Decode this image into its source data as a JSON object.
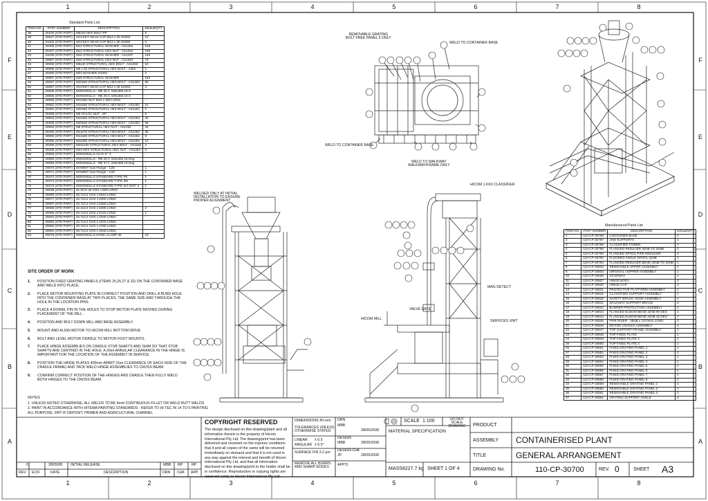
{
  "grid": {
    "cols": [
      "1",
      "2",
      "3",
      "4",
      "5",
      "6",
      "7",
      "8"
    ],
    "rows": [
      "F",
      "E",
      "D",
      "C",
      "B",
      "A"
    ]
  },
  "std_parts": {
    "title": "Standard Parts List",
    "headers": [
      "ITEM NO.",
      "PART NUMBER",
      "DESCRIPTION",
      "Default/QTY"
    ],
    "rows": [
      [
        "38",
        "30100 (STD PART)",
        "M6x20 HEX BOLT PP",
        "6"
      ],
      [
        "39",
        "30647 (STD PART)",
        "SOCKET HEAD CAP M12 x 20 SS304",
        "12"
      ],
      [
        "40",
        "31003 (STD PART)",
        "SOCKET HEAD CAP M12 x 30 SS304",
        "4"
      ],
      [
        "41",
        "30405 (STD PART)",
        "M12 STRUCTURAL WASHER - AS1252",
        "218"
      ],
      [
        "42",
        "30407 (STD PART)",
        "M12 STRUCTURAL HEX NUT - AS1252",
        "168"
      ],
      [
        "43",
        "31038 (STD PART)",
        "M16 STRUCTURAL WASHER - AS1237",
        "146"
      ],
      [
        "44",
        "30697 (STD PART)",
        "M16 STRUCTURAL HEX NUT - AS1252",
        "73"
      ],
      [
        "45",
        "30656 (STD PART)",
        "M6x40 STRUCTURAL HEX BOLT - AS1252",
        "16"
      ],
      [
        "46",
        "30996 (STD PART)",
        "M8 x 50 STRUCTURAL HEX BOLT - 1252",
        "1"
      ],
      [
        "47",
        "30395 (STD PART)",
        "M24 WASHER SS304",
        "2"
      ],
      [
        "48",
        "30897 (STD PART)",
        "M20 STRUCTURAL WASHER",
        "154"
      ],
      [
        "49",
        "30697 (STD PART)",
        "M20x60 STRUCTURAL HEX BOLT - AS1252",
        "56"
      ],
      [
        "50",
        "30657 (STD PART)",
        "SOCKET HEAD CAP M12 x 25 SS304",
        "4"
      ],
      [
        "51",
        "30695 (STD PART)",
        "MONOWILLS - RB 30 C 160x360 18 S",
        "-"
      ],
      [
        "52",
        "30955 (STD PART)",
        "MONOWILLS - RB 25 C 160x360 18 S",
        "-"
      ],
      [
        "53",
        "30658 (STD PART)",
        "ROUND NUT M22 x 260 LONG",
        "-"
      ],
      [
        "54",
        "30662 (STD PART)",
        "M16x50 STRUCTURAL HEX BOLT - AS1252",
        "21"
      ],
      [
        "55",
        "30391 (STD PART)",
        "M20x80 STRUCTURAL HEX BOLT - AS1252",
        "2"
      ],
      [
        "56",
        "30399 (STD PART)",
        "M6 NYLOC NUT - ZP",
        "5"
      ],
      [
        "57",
        "30663 (STD PART)",
        "M16x65 STRUCTURAL HEX BOLT - AS1252",
        "32"
      ],
      [
        "58",
        "30398 (STD PART)",
        "M20x65 STRUCTURAL HEX BOLT - AS1252",
        "66"
      ],
      [
        "59",
        "30994 (STD PART)",
        "M8 STRUCTURAL HEX NUT - AS1252",
        "44"
      ],
      [
        "60",
        "30406 (STD PART)",
        "M12x70 STRUCTURAL HEX BOLT - AS1252",
        "36"
      ],
      [
        "61",
        "30993 (STD PART)",
        "M12x80 STRUCTURAL HEX BOLT - AS1252",
        "8"
      ],
      [
        "62",
        "30396 (STD PART)",
        "M16x80 STRUCTURAL HEX BOLT - AS1252",
        "12"
      ],
      [
        "63",
        "30398 (STD PART)",
        "M20x100 STRUCTURAL HEX BOLT - AS1252",
        "2"
      ],
      [
        "64",
        "30408 (STD PART)",
        "M24 HEX STRUCTURAL HEX NUT - AS1252",
        "4"
      ],
      [
        "65",
        "30958 (STD PART)",
        "MONOWILLS AS 5/ 8 \" 2",
        "-"
      ],
      [
        "66",
        "30956 (STD PART)",
        "MONOWILLS - RB 25 C 160x360 18 Deg",
        "-"
      ],
      [
        "67",
        "30959 (STD PART)",
        "MONOWILLS - RB 37 C 160x360 18 Deg",
        "-"
      ],
      [
        "68",
        "30070 (STD PART)",
        "DOWNIT Gas Flange - C25",
        "1"
      ],
      [
        "69",
        "30071 (STD PART)",
        "DOWNIT Gas Flange - C32",
        "1"
      ],
      [
        "70",
        "30372 (STD PART)",
        "MONOWILLS STANDARD TYPE P6",
        "1"
      ],
      [
        "71",
        "30373 (STD PART)",
        "MONOWILLS STANDARD TYPE 3/6",
        "1"
      ],
      [
        "72",
        "30374 (STD PART)",
        "MONOWILLS STANDARD TYPE 3/4 X3/4\" 2",
        "1"
      ],
      [
        "73",
        "30038 (STD PART)",
        "42 SCH 40 CNS x 809 LONG",
        "-"
      ],
      [
        "74",
        "30080 (STD PART)",
        "33.7x3.2 CHS x 5010 LONG",
        "-"
      ],
      [
        "75",
        "30077 (STD PART)",
        "33.7x3.2 CHS x 5300 LONG",
        "-"
      ],
      [
        "76",
        "30087 (STD PART)",
        "33.7x3.2 CHS x 5300 LONG",
        "-"
      ],
      [
        "77",
        "30086 (STD PART)",
        "42.4x3.2 CHS x 5405 LONG",
        "2"
      ],
      [
        "78",
        "30085 (STD PART)",
        "33.7x3.2 CHS x 5115 LONG",
        "1"
      ],
      [
        "79",
        "30084 (STD PART)",
        "33.7x3.2 CHS x 2040 LONG",
        "-"
      ],
      [
        "80",
        "30083 (STD PART)",
        "33.7x3.2 CHS x 2370 LONG",
        "-"
      ],
      [
        "81",
        "30082 (STD PART)",
        "33.7x3.2 CHS x 2780 LONG",
        "-"
      ],
      [
        "82",
        "30081 (STD PART)",
        "33.7x3.2 CHS x 3040 LONG",
        "-"
      ],
      [
        "83",
        "30078 (STD PART)",
        "MONOWILLS HOSE CLAMP 30",
        "10"
      ]
    ]
  },
  "mfg_parts": {
    "title": "Manufactured Parts List",
    "headers": [
      "ITEM NO.",
      "PART NUMBER",
      "DESCRIPTION",
      "Default/QTY"
    ],
    "rows": [
      [
        "1",
        "110-CP-30786",
        "CONTAINER BASE",
        "1"
      ],
      [
        "2",
        "110-CP-30787",
        "JAW SUPPORTS",
        "1"
      ],
      [
        "3",
        "110-CP-30788",
        "CLASSIFIER TOWER",
        "1"
      ],
      [
        "4",
        "110-CP-30789",
        "FLANGED REDUCER 32NB TO 25NB",
        "1"
      ],
      [
        "5",
        "110-CP-30790",
        "FLANGED SPOOL PIPE REDUCER",
        "1"
      ],
      [
        "6",
        "110-CP-30792",
        "FLOORED ANGLE SPOOL 32NB",
        "1"
      ],
      [
        "7",
        "110-CP-30794",
        "FLANGED REDUCER BEND 32NB TO 25NB",
        "1"
      ],
      [
        "8",
        "110-CP-30803",
        "REMOVABLE UPPER ASSEMBLY",
        "1"
      ],
      [
        "9",
        "110-CP-30804",
        "ORIGINAL HOPPER ASSEMBLY",
        "1"
      ],
      [
        "10",
        "110-CP-30805",
        "STAIRWAY",
        "1"
      ],
      [
        "11",
        "110-CP-30807",
        "HINGE BODY",
        "2"
      ],
      [
        "12",
        "110-CP-30830",
        "HINGE CAP",
        "2"
      ],
      [
        "13",
        "110-CP-30831",
        "PROTECTIVE PLATFORM ASSEMBLY",
        "1"
      ],
      [
        "14",
        "110-CP-30832",
        "CLASSIFIER SUPPORT ASSEMBLY",
        "1"
      ],
      [
        "15",
        "110-CP-30833",
        "SAFETY BRACE HOOK ASSEMBLY",
        "1"
      ],
      [
        "16",
        "110-CP-30841",
        "WALKWAY SUPPORT BRACE",
        "4"
      ],
      [
        "17",
        "110-CP-30842",
        "BUMPER PROTECTION ASSEMBLY",
        "1"
      ],
      [
        "18",
        "110-CP-30843",
        "FLANGED ELBOW BEND 32NB 90 DEG",
        "1"
      ],
      [
        "19",
        "110-CP-30844",
        "FLANGED ELBOW BEND 32NB 45 DEG",
        "1"
      ],
      [
        "20",
        "110-CP-30845",
        "PIPE RISER - 25NB x 1270mm LONG",
        "2"
      ],
      [
        "21",
        "110-CP-30846",
        "MOTOR CRADLE ASSEMBLY",
        "1"
      ],
      [
        "22",
        "110-CP-30847",
        "TOP SUPPORT FRAME ASSEMBLY",
        "1"
      ],
      [
        "23",
        "110-CP-30848",
        "TOP FIXED PLATE",
        "1"
      ],
      [
        "24",
        "110-CP-30849",
        "TOP FIXED PLATE 2",
        "1"
      ],
      [
        "25",
        "110-CP-30850",
        "TOP FIXED PLATE 3",
        "1"
      ],
      [
        "26",
        "110-CP-30851",
        "FIXED GRATING PANEL 1",
        "1"
      ],
      [
        "27",
        "110-CP-30852",
        "FIXED GRATING PANEL 2",
        "1"
      ],
      [
        "28",
        "110-CP-30853",
        "FIXED GRATING PANEL 3",
        "1"
      ],
      [
        "29",
        "110-CP-30854",
        "FIXED GRATING PANEL 4",
        "1"
      ],
      [
        "30",
        "110-CP-30855",
        "FIXED GRATING PANEL 5",
        "1"
      ],
      [
        "31",
        "110-CP-30856",
        "FIXED GRATING PANEL 6",
        "1"
      ],
      [
        "32",
        "110-CP-30857",
        "FIXED GRATING PANEL 7",
        "1"
      ],
      [
        "33",
        "110-CP-30858",
        "FIXED GRATING PANEL 8",
        "1"
      ],
      [
        "34",
        "110-CP-30859",
        "REMOVABLE GRATING PANEL 1",
        "1"
      ],
      [
        "35",
        "110-CP-30860",
        "REMOVABLE GRATING PANEL 2",
        "1"
      ],
      [
        "36",
        "110-CP-30861",
        "REMOVABLE GRATING PANEL 3",
        "1"
      ],
      [
        "37",
        "110-CP-30862",
        "GRATING SUPPORT ANGLE",
        "2"
      ]
    ]
  },
  "site_order": {
    "title": "SITE ORDER OF WORK",
    "items": [
      {
        "n": "1.",
        "text": "POSITION FIXED GRATING PANELS (ITEMS 25,26,27 & 32) ON THE CONTAINER BASE AND WELD INTO PLACE."
      },
      {
        "n": "2.",
        "text": "PLACE MOTOR MOUNTING PLATE IN CORRECT POSITION AND DRILL A BUND HOLE INTO THE CONTAINER BASE AT TWO PLACES, THE SAME SIZE AND THROUGH THE HOLE IN THE LOCATION PINS."
      },
      {
        "n": "3.",
        "text": "PLACE A DOWEL PIN IN THE HOLES TO STOP MOTOR PLATE MOVING DURING PLACEMENT OF THE MILL."
      },
      {
        "n": "4.",
        "text": "POSITION AND BOLT DOWN MILL AND BASE ASSEMBLY."
      },
      {
        "n": "5.",
        "text": "MOUNT AND ALIGN MOTOR TO HICOM MILL BOTTOM DRIVE."
      },
      {
        "n": "6.",
        "text": "BOLT AND LEVEL MOTOR CRADLE TO MOTOR FOOT MOUNTS."
      },
      {
        "n": "7.",
        "text": "PLACE HINGE ASSEMBLIES ON CRADLE STUB SHAFTS AND SHIM SO THAT STUB SHAFTS ARE CENTRED IN THE HOLE. A 2mm ANNULAR CLEARANCE IN THE HINGE IS IMPORTANT FOR THE LOCATION OF THE ASSEMBLY IN SERVICE."
      },
      {
        "n": "8.",
        "text": "POSITION THE HINGE PLATES 400mm APART (See CLEARANCE OF EACH SIDE OF THE CRADLE FRAME) AND TACK WELD HINGE ASSEMBLIES TO CROSS BEAM."
      },
      {
        "n": "9.",
        "text": "CONFIRM CORRECT POSITION OF THE HINGES AND CRADLE THEN FULLY WELD BOTH HINGES TO THE CROSS BEAM."
      }
    ]
  },
  "notes": {
    "title": "NOTES",
    "lines": [
      "1. UNLESS NOTED OTHERWISE, ALL WELDS TO BE 6mm CONTINUOUS FILLET OR WELD BUTT WELDS",
      "2. PAINT IN ACCORDANCE WITH HITEMA PAINTING STANDARDS - REFER TO HI-TEC IN 14 TO 6 PAINTING",
      "   ALL PURPOSE, DRY IF DEPOSIT, PRIMER AND AGRICULTURAL CHANNEL"
    ]
  },
  "callouts": {
    "removable_grating": "REMOVABLE GRATING\nBOLT FREE PANEL 5 ONLY",
    "weld_container_base": "WELD TO CONTAINER BASE",
    "weld_container_base2": "WELD TO CONTAINER BASE",
    "weld_walkway": "WELD TO WALKWAY\nWALKWAY/FRAME ONLY",
    "weld_only_initial": "WELDED ONLY AT INITIAL\nINSTALLATION TO ENSURE\nPROPER ALIGNMENT",
    "hicom_classifier": "HICOM 1.0XX CLASSIFIER",
    "mag_detect": "MAG DETECT",
    "valve_gate": "VALVE GATE",
    "hicom_mill": "HICOM MILL",
    "services_unit": "SERVICES UNIT"
  },
  "title_block": {
    "copyright_title": "COPYRIGHT RESERVED",
    "copyright_body": "The design disclosed on this drawing/plant and all information therein is the property of Hicom International Pty Ltd. The drawing/print has been delivered and received on the express conditions that it and all copies of the same will be returned immediately on demand and that it is not used in any way against the interest and benefit of Hicom International Pty Ltd, and that all information disclosed on this drawing/print to the holder shall be in confidence. Reproduction or copying rights are reserved solely to Hicom International Pty Ltd.",
    "dimensions_label": "DIMENSIONS IN mm",
    "tolerance_text": "TOLERANCES UNLESS OTHERWISE STATED",
    "linear_label": "LINEAR",
    "linear_value": "± 0.5",
    "angular_label": "ANGULAR",
    "angular_value": "± 0.5°",
    "surface_text": "SURFACE FIN 3.2 µm",
    "remove_text": "REMOVE ALL BURRS AND SHARP EDGES",
    "drn_label": "DRN",
    "drn_by": "MBB",
    "drn_date": "28/05/2008",
    "dsgn_label": "DESIGN",
    "dsgn_by": "MBB",
    "dsgn_date": "28/05/2008",
    "dsgn_chk_label": "DESIGN CHK",
    "dsgn_chk_by": "JP",
    "dsgn_chk_date": "28/05/2008",
    "appd_label": "APP'D",
    "scale_label": "SCALE",
    "scale_value": "1:100",
    "do_not_scale": "DO NOT SCALE DRAWING",
    "material_spec": "MATERIAL SPECIFICATION",
    "mass_label": "MASS",
    "mass_value": "8227.7 kg",
    "sheet_of": "SHEET  1  OF  4",
    "product_label": "PRODUCT",
    "assembly_label": "ASSEMBLY",
    "assembly_value": "CONTAINERISED PLANT",
    "title_label": "TITLE",
    "title_value": "GENERAL ARRANGEMENT",
    "drawing_no_label": "DRAWING No.",
    "drawing_no_value": "110-CP-30700",
    "rev_label": "REV.",
    "rev_value": "0",
    "sheet_label": "SHEET",
    "sheet_size": "A3",
    "rev_table_headers": [
      "REV",
      "ECN",
      "DATE",
      "DESCRIPTION",
      "DRN",
      "CHK",
      "APP"
    ],
    "rev_row": [
      "0",
      "",
      "28/05/08",
      "INITIAL RELEASE",
      "MBB",
      "RP",
      "RP"
    ]
  }
}
